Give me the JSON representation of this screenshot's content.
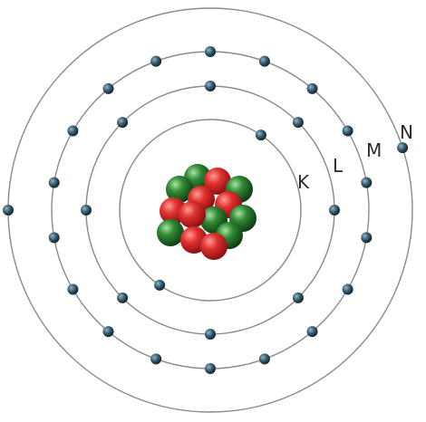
{
  "diagram": {
    "shells": [
      {
        "label": "K",
        "electron_count": 2
      },
      {
        "label": "L",
        "electron_count": 8
      },
      {
        "label": "M",
        "electron_count": 18
      },
      {
        "label": "N",
        "electron_count": 2
      }
    ],
    "nucleus": {
      "particles": [
        "proton",
        "neutron"
      ]
    },
    "colors": {
      "background": "#ffffff",
      "orbit": "#8a8a8a",
      "electron_fill": "#2f4f5f",
      "electron_highlight": "#7fa4b5",
      "proton": "#d4262b",
      "proton_highlight": "#ff8a85",
      "neutron": "#2f7d34",
      "neutron_highlight": "#8fd48c",
      "label_text": "#2b2b2b"
    }
  }
}
